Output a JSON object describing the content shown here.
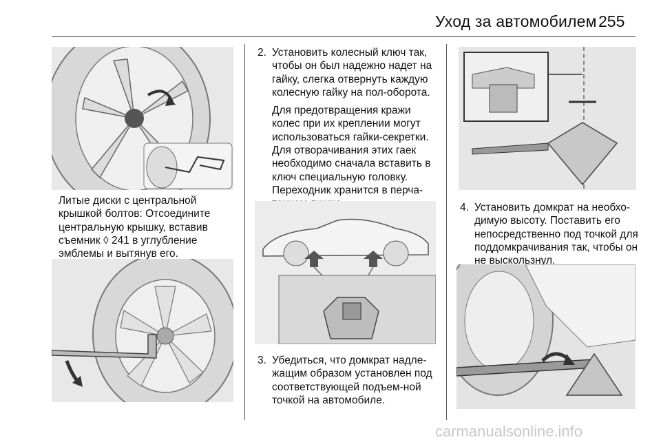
{
  "header": {
    "title": "Уход за автомобилем",
    "page_number": "255"
  },
  "col1": {
    "paragraph": "Литые диски с центральной крышкой болтов: Отсоедините центральную крышку, вставив съемник",
    "ref_symbol": "◊",
    "paragraph_tail": "241 в углубление эмблемы и вытянув его."
  },
  "col2": {
    "step2": {
      "num": "2.",
      "text": "Установить колесный ключ так, чтобы он был надежно надет на гайку, слегка отвернуть каждую колесную гайку на пол-оборота.",
      "note": "Для предотвращения кражи колес при их креплении могут использоваться гайки-секретки. Для отворачивания этих гаек необходимо сначала вставить в ключ специальную головку. Переходник хранится в перча-точном ящике."
    },
    "step3": {
      "num": "3.",
      "text": "Убедиться, что домкрат надле-жащим образом установлен под соответствующей подъем-ной точкой на автомобиле."
    }
  },
  "col3": {
    "step4": {
      "num": "4.",
      "text": "Установить домкрат на необхо-димую высоту. Поставить его непосредственно под точкой для поддомкрачивания так, чтобы он не выскользнул."
    }
  },
  "watermark": "carmanualsonline.info"
}
